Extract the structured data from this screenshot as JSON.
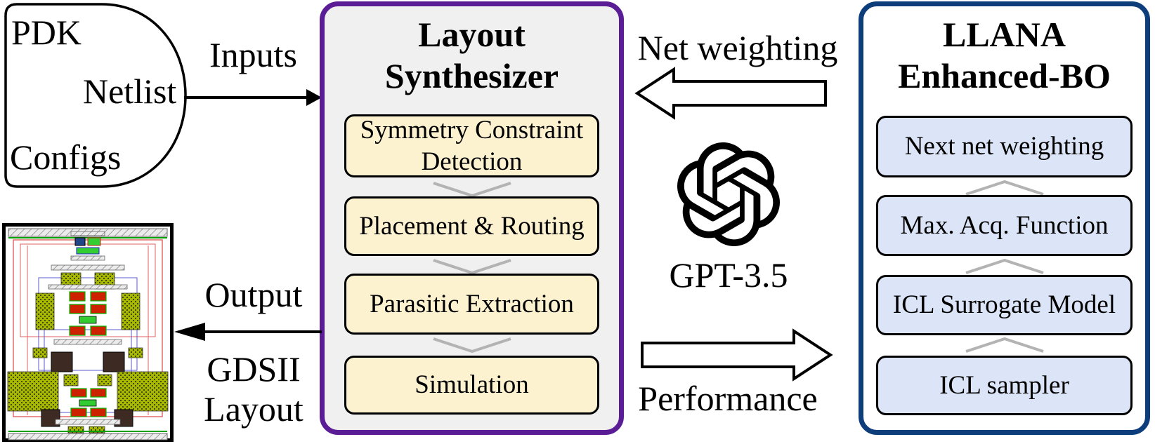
{
  "figure": {
    "inputs_shape": {
      "items": [
        "PDK",
        "Netlist",
        "Configs"
      ]
    },
    "arrows": {
      "inputs": "Inputs",
      "output": "Output",
      "gdsii_line1": "GDSII",
      "gdsii_line2": "Layout",
      "net_weighting": "Net weighting",
      "performance": "Performance"
    },
    "layout_synthesizer": {
      "title_line1": "Layout",
      "title_line2": "Synthesizer",
      "steps": [
        "Symmetry Constraint Detection",
        "Placement & Routing",
        "Parasitic Extraction",
        "Simulation"
      ]
    },
    "llm": {
      "name": "GPT-3.5",
      "icon": "openai-logo"
    },
    "llana": {
      "title_line1": "LLANA",
      "title_line2": "Enhanced-BO",
      "steps": [
        "Next net weighting",
        "Max. Acq. Function",
        "ICL Surrogate Model",
        "ICL sampler"
      ]
    },
    "thumbnail": {
      "name": "gdsii-layout-preview"
    },
    "colors": {
      "synthesizer_border": "#5a1d96",
      "synthesizer_bg": "#f0f0f0",
      "step_yellow": "#fdf2cf",
      "llana_border": "#0e3d7b",
      "step_blue": "#dbe5f7",
      "chevron": "#b3b3b3"
    }
  }
}
